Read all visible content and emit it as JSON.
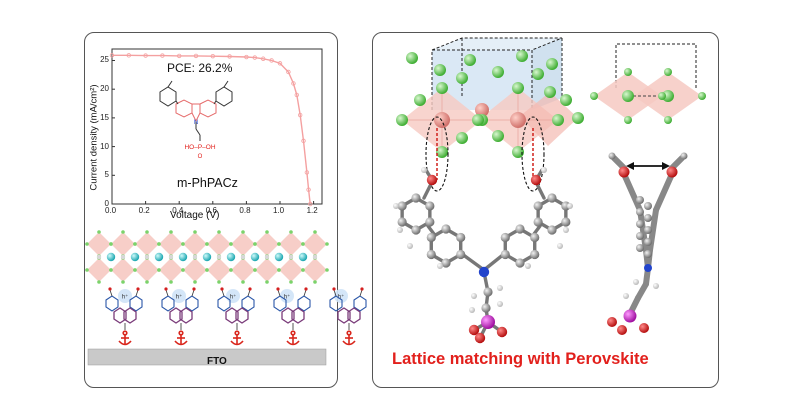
{
  "plot": {
    "pce_label": "PCE: 26.2%",
    "molecule_name": "m-PhPACz",
    "phosphonic_label": "HO–P–OH",
    "xlabel": "Voltage (V)",
    "ylabel": "Current density (mA/cm²)",
    "x_ticks": [
      "0.0",
      "0.2",
      "0.4",
      "0.6",
      "0.8",
      "1.0",
      "1.2"
    ],
    "y_ticks": [
      "0",
      "5",
      "10",
      "15",
      "20",
      "25"
    ]
  },
  "chart_data": {
    "type": "line",
    "xlabel": "Voltage (V)",
    "ylabel": "Current density (mA/cm²)",
    "xlim": [
      0,
      1.25
    ],
    "ylim": [
      0,
      27
    ],
    "series": [
      {
        "x": [
          0,
          0.1,
          0.2,
          0.3,
          0.4,
          0.5,
          0.6,
          0.7,
          0.8,
          0.85,
          0.9,
          0.95,
          1.0,
          1.05,
          1.08,
          1.1,
          1.12,
          1.14,
          1.16,
          1.17,
          1.18
        ],
        "y": [
          25.9,
          25.9,
          25.85,
          25.85,
          25.8,
          25.8,
          25.75,
          25.7,
          25.6,
          25.5,
          25.3,
          25.0,
          24.5,
          23.0,
          21.0,
          19.0,
          15.5,
          11.0,
          5.5,
          2.5,
          0
        ],
        "color": "#f4a0a0"
      }
    ]
  },
  "schematic": {
    "fto_label": "FTO",
    "ion_label": "h⁺"
  },
  "caption": "Lattice matching with Perovskite",
  "colors": {
    "caption": "#e2201c",
    "octahedron": "#f6c9c2",
    "halide": "#7bd36b",
    "cation": "#2ec4c4",
    "anchor": "#d9261c",
    "carbazole": "#7a3b7a",
    "fto": "#c9c9c9",
    "phosphorus": "#cc22cc",
    "oxygen": "#d42020",
    "nitrogen": "#2244cc"
  }
}
